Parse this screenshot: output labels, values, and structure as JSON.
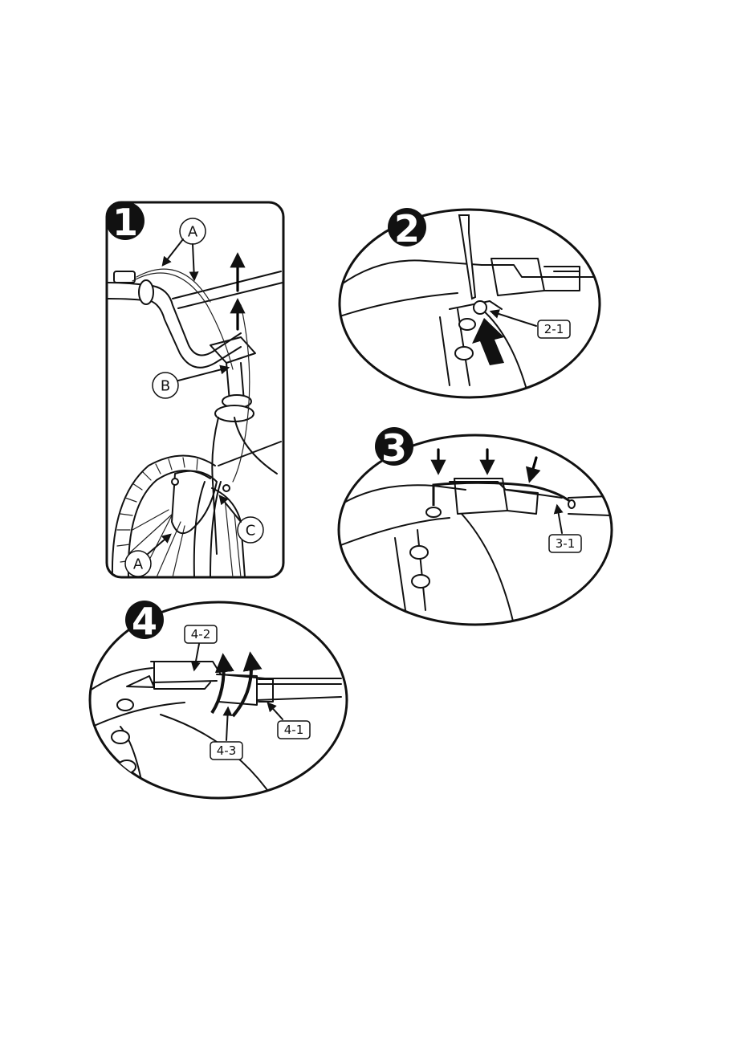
{
  "steps": [
    {
      "number": "1",
      "callouts": [
        "A",
        "B",
        "C",
        "A"
      ]
    },
    {
      "number": "2",
      "callouts": [
        "2-1"
      ]
    },
    {
      "number": "3",
      "callouts": [
        "3-1"
      ]
    },
    {
      "number": "4",
      "callouts": [
        "4-2",
        "4-1",
        "4-3"
      ]
    }
  ]
}
